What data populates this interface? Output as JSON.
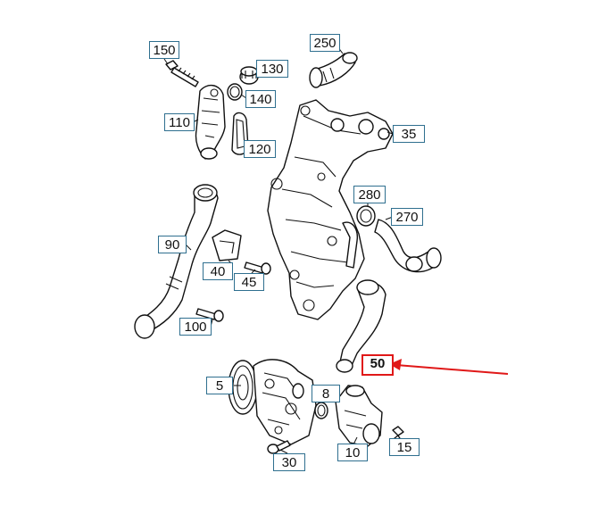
{
  "callouts": {
    "c150": "150",
    "c130": "130",
    "c140": "140",
    "c110": "110",
    "c120": "120",
    "c250": "250",
    "c35": "35",
    "c280": "280",
    "c270": "270",
    "c90": "90",
    "c40": "40",
    "c45": "45",
    "c100": "100",
    "c50": "50",
    "c5": "5",
    "c8": "8",
    "c10": "10",
    "c15": "15",
    "c30": "30"
  },
  "colors": {
    "callout_border": "#2f6f8f",
    "highlight": "#e01818",
    "line": "#111111"
  }
}
